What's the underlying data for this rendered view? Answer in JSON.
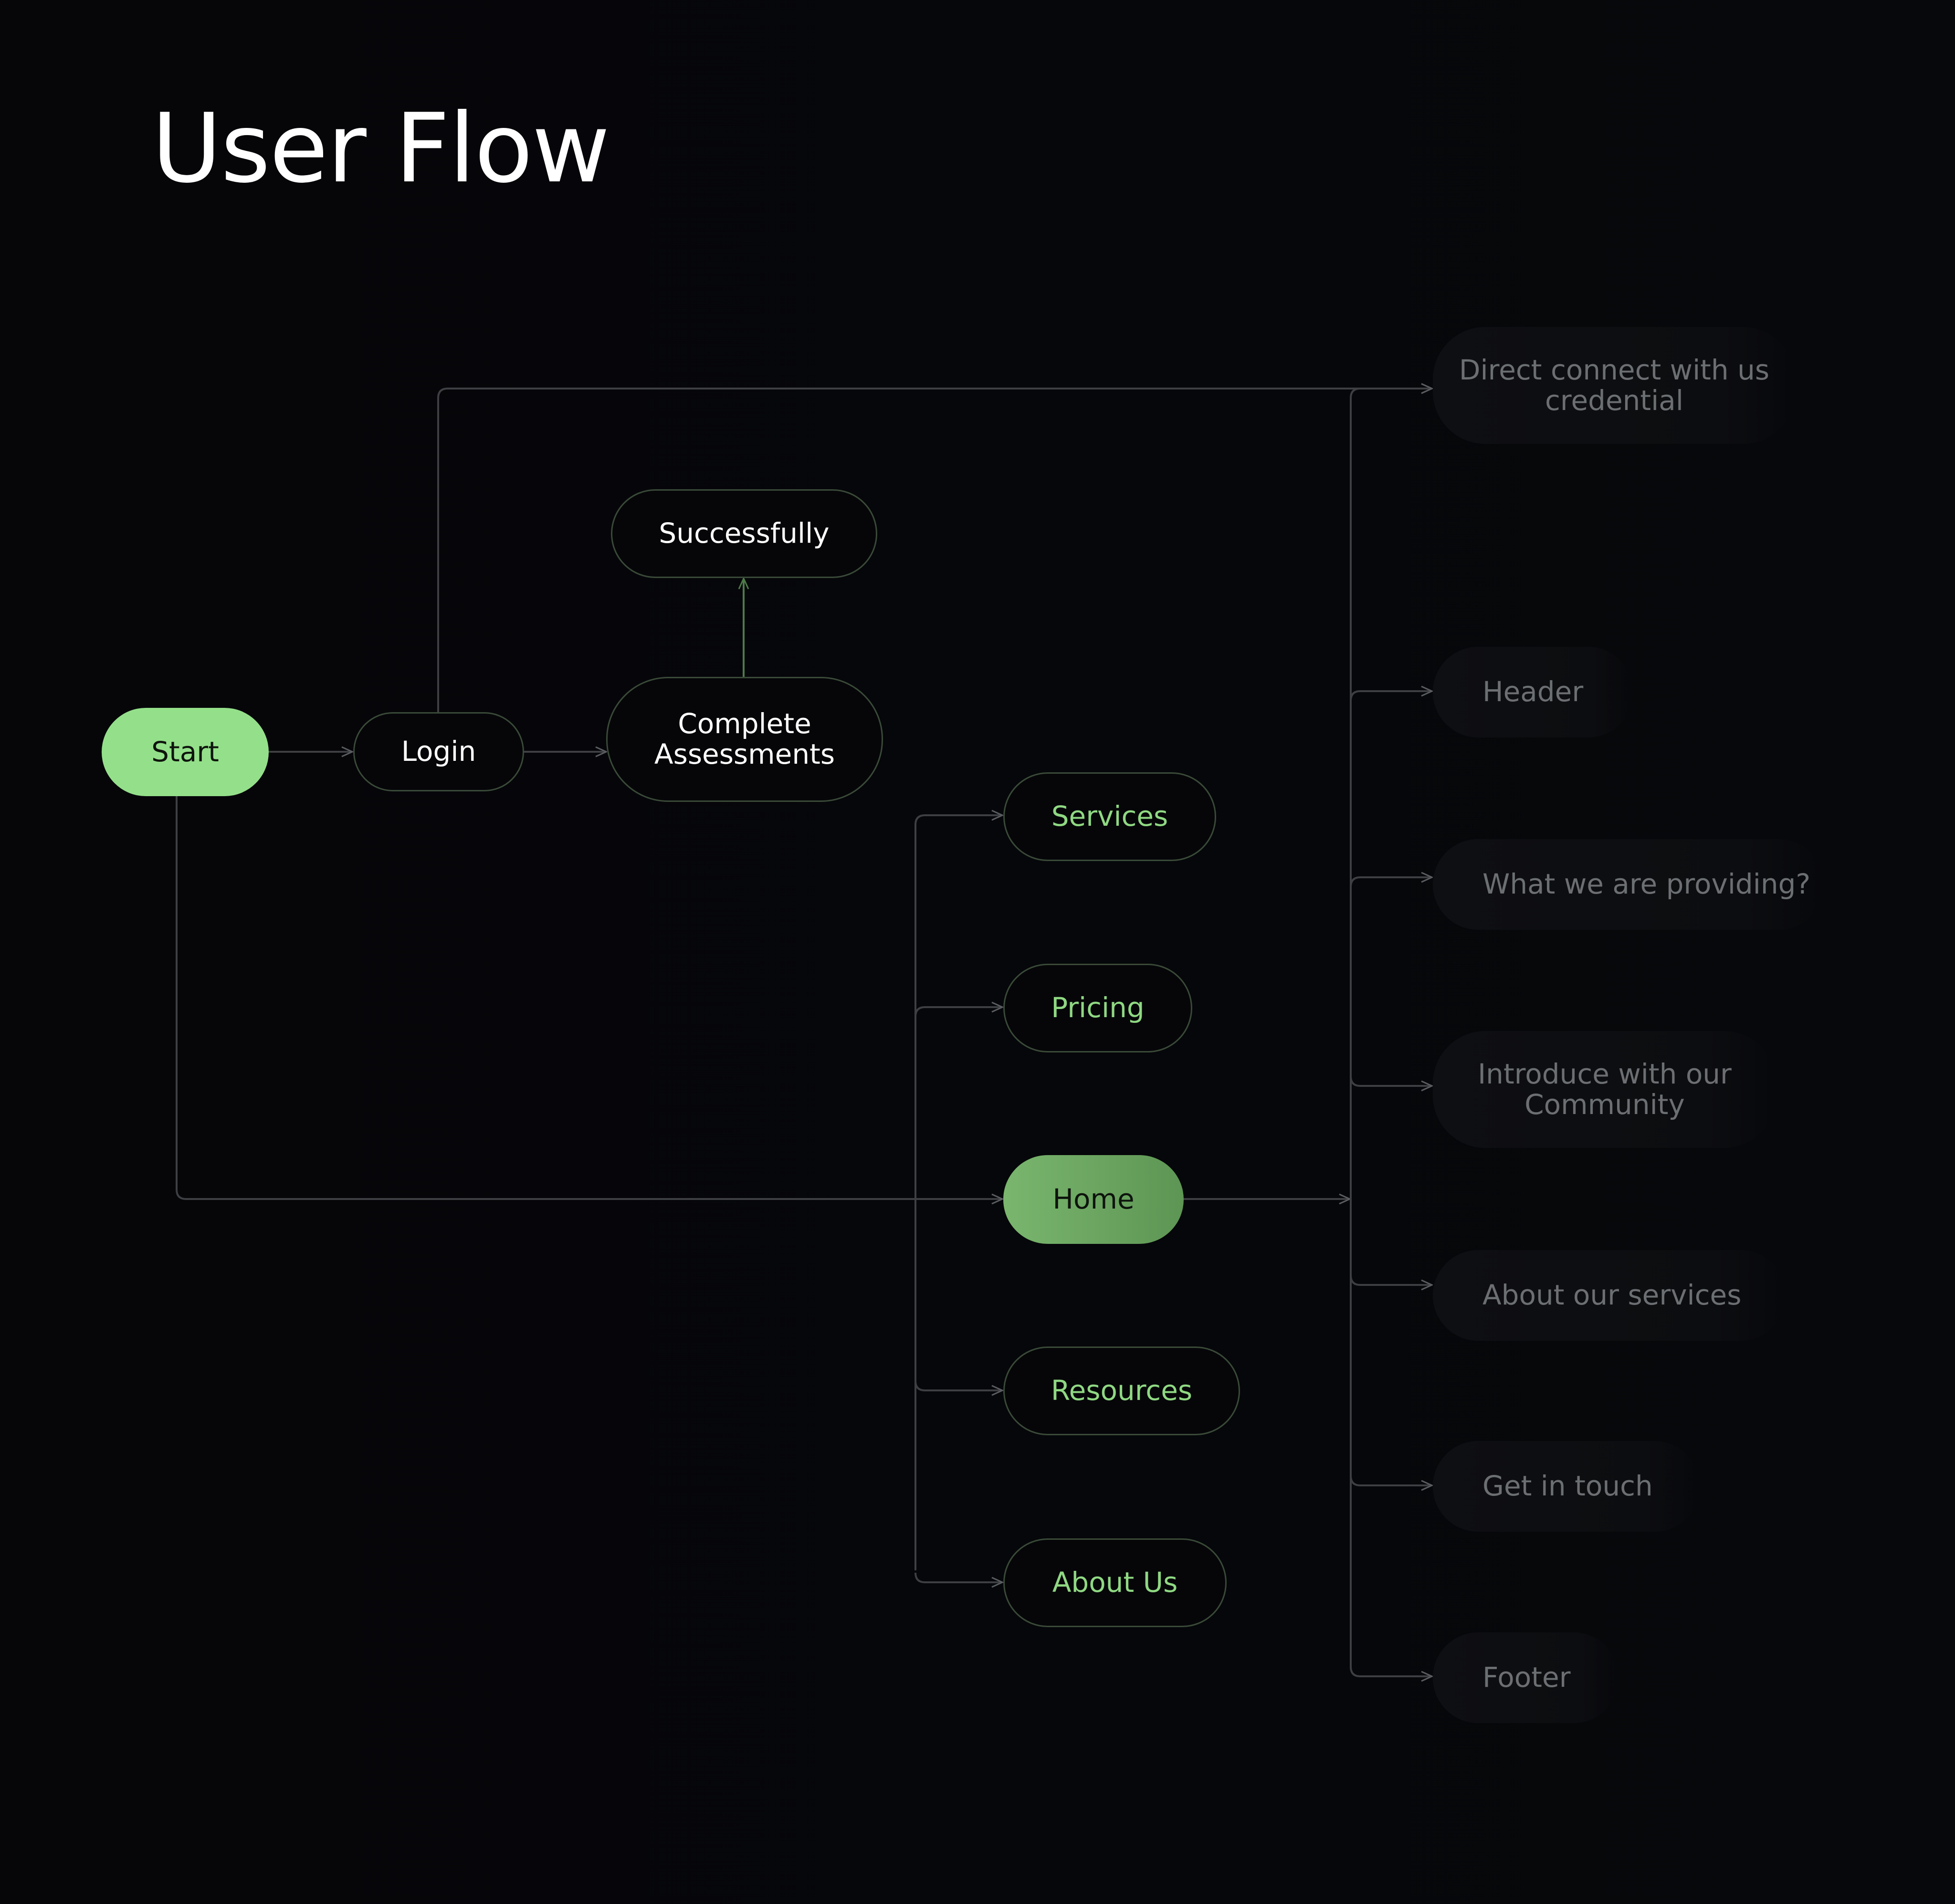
{
  "title": "User Flow",
  "flow": {
    "start": "Start",
    "login": "Login",
    "successfully": "Successfully",
    "complete_assessments": "Complete Assessments",
    "menu": [
      "Services",
      "Pricing",
      "Home",
      "Resources",
      "About Us"
    ],
    "home_sections": [
      "Direct connect with us credential",
      "Header",
      "What we are providing?",
      "Introduce with our Community",
      "About our services",
      "Get in touch",
      "Footer"
    ]
  },
  "colors": {
    "background": "#060609",
    "accent_green": "#94e08a",
    "home_green": "#6aa65f",
    "menu_text": "#8fd882",
    "muted_text": "#6c6f72",
    "connector": "#3d3f42"
  }
}
